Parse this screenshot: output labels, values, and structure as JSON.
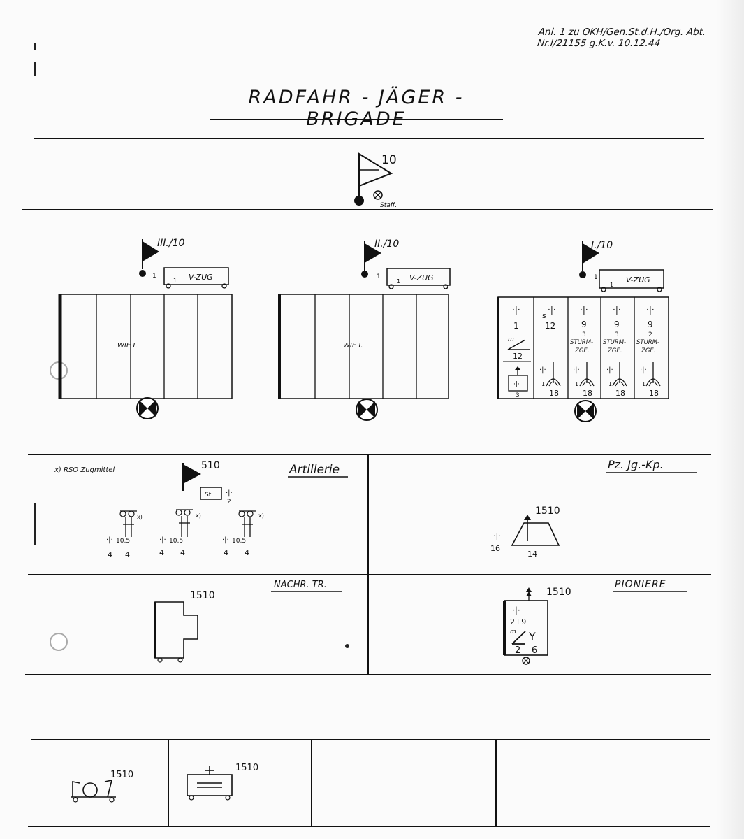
{
  "header": {
    "reference_line1": "Anl. 1 zu OKH/Gen.St.d.H./Org. Abt.",
    "reference_line2": "Nr.I/21155 g.K.v. 10.12.44",
    "title": "RADFAHR - JÄGER - BRIGADE"
  },
  "brigade_staff": {
    "number": "10",
    "staff_label": "Staff."
  },
  "battalions": [
    {
      "id": "III./10",
      "same_as_label": "WIE I.",
      "platoon_label": "V-ZUG",
      "platoon_count": "1",
      "hq_count": "1"
    },
    {
      "id": "II./10",
      "same_as_label": "WIE I.",
      "platoon_label": "V-ZUG",
      "platoon_count": "1",
      "hq_count": "1"
    },
    {
      "id": "I./10",
      "platoon_label": "V-ZUG",
      "platoon_count": "1",
      "hq_count": "1",
      "companies": [
        {
          "top_count": "1",
          "mid_label": "m",
          "mid_count": "12",
          "bottom_count": "3"
        },
        {
          "top_prefix": "s",
          "top_count": "12",
          "count_a": "1",
          "count_b": "18"
        },
        {
          "top_count": "9",
          "assault_count": "3",
          "assault_label_1": "STURM-",
          "assault_label_2": "ZGE.",
          "count_a": "1",
          "count_b": "18"
        },
        {
          "top_count": "9",
          "assault_count": "3",
          "assault_label_1": "STURM-",
          "assault_label_2": "ZGE.",
          "count_a": "1",
          "count_b": "18"
        },
        {
          "top_count": "9",
          "assault_count": "2",
          "assault_label_1": "STURM-",
          "assault_label_2": "ZGE.",
          "count_a": "1",
          "count_b": "18"
        }
      ]
    }
  ],
  "artillery": {
    "heading": "Artillerie",
    "footnote": "x) RSO Zugmittel",
    "number": "510",
    "staff_abbr": "St",
    "staff_count": "2",
    "batteries": [
      {
        "calibre": "10,5",
        "count_left": "4",
        "count_right": "4",
        "marker": "x)"
      },
      {
        "calibre": "10,5",
        "count_left": "4",
        "count_right": "4",
        "marker": "x)"
      },
      {
        "calibre": "10,5",
        "count_left": "4",
        "count_right": "4",
        "marker": "x)"
      }
    ]
  },
  "antitank": {
    "heading": "Pz. Jg.-Kp.",
    "number": "1510",
    "count_left": "16",
    "count_bottom": "14"
  },
  "signals": {
    "heading": "NACHR. TR.",
    "number": "1510"
  },
  "pioneers": {
    "heading": "PIONIERE",
    "number": "1510",
    "count_top": "2+9",
    "mid_label": "m",
    "count_left": "2",
    "count_right": "6"
  },
  "bottom_row": [
    {
      "number": "1510"
    },
    {
      "number": "1510"
    }
  ]
}
